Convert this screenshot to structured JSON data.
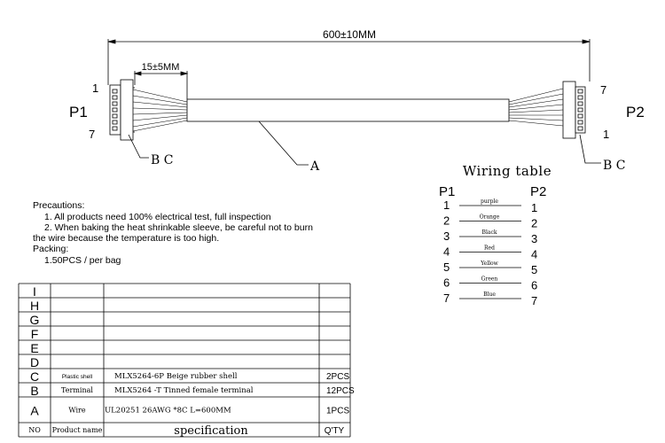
{
  "dimensions": {
    "total_length": "600±10MM",
    "strip_length": "15±5MM"
  },
  "labels": {
    "left_pin_top": "1",
    "left_pin_bottom": "7",
    "left_connector": "P1",
    "right_pin_top": "7",
    "right_pin_bottom": "1",
    "right_connector": "P2",
    "left_callout": "B C",
    "right_callout": "B C",
    "cable_callout": "A"
  },
  "wiring_table": {
    "title": "Wiring table",
    "left_header": "P1",
    "right_header": "P2",
    "rows": [
      {
        "left": "1",
        "color": "purple",
        "right": "1"
      },
      {
        "left": "2",
        "color": "Orange",
        "right": "2"
      },
      {
        "left": "3",
        "color": "Black",
        "right": "3"
      },
      {
        "left": "4",
        "color": "Red",
        "right": "4"
      },
      {
        "left": "5",
        "color": "Yellow",
        "right": "5"
      },
      {
        "left": "6",
        "color": "Green",
        "right": "6"
      },
      {
        "left": "7",
        "color": "Blue",
        "right": "7"
      }
    ]
  },
  "notes": {
    "precautions_title": "Precautions:",
    "precaution_1": "1. All products need 100% electrical test, full inspection",
    "precaution_2a": "2. When baking the heat shrinkable sleeve, be careful not to burn",
    "precaution_2b": "the wire because the temperature is too high.",
    "packing_title": "Packing:",
    "packing_1": "1.50PCS / per bag"
  },
  "bom": {
    "rows": [
      {
        "no": "I",
        "name": "",
        "spec": "",
        "qty": ""
      },
      {
        "no": "H",
        "name": "",
        "spec": "",
        "qty": ""
      },
      {
        "no": "G",
        "name": "",
        "spec": "",
        "qty": ""
      },
      {
        "no": "F",
        "name": "",
        "spec": "",
        "qty": ""
      },
      {
        "no": "E",
        "name": "",
        "spec": "",
        "qty": ""
      },
      {
        "no": "D",
        "name": "",
        "spec": "",
        "qty": ""
      },
      {
        "no": "C",
        "name": "Plastic shell",
        "spec": "MLX5264-6P Beige rubber shell",
        "qty": "2PCS"
      },
      {
        "no": "B",
        "name": "Terminal",
        "spec": "MLX5264 -T Tinned female terminal",
        "qty": "12PCS"
      },
      {
        "no": "A",
        "name": "Wire",
        "spec": "UL20251 26AWG *8C L=600MM",
        "qty": "1PCS"
      }
    ],
    "header": {
      "no": "NO",
      "name": "Product name",
      "spec": "specification",
      "qty": "Q'TY"
    }
  }
}
